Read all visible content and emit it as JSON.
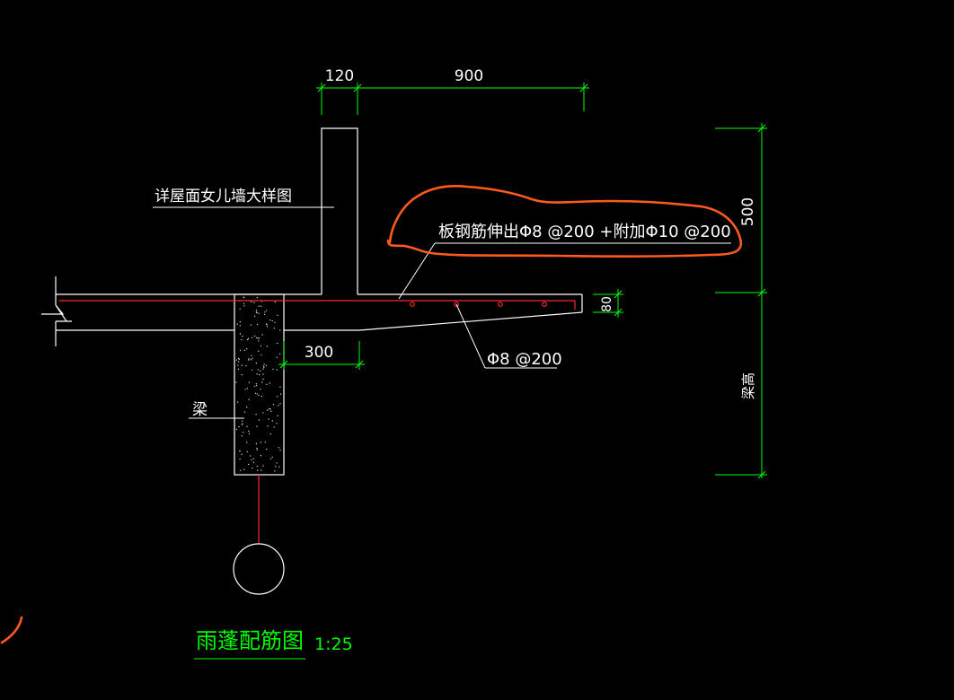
{
  "colors": {
    "background": "#000000",
    "structure": "#ffffff",
    "rebar": "#ff2a2a",
    "dimension": "#00ff00",
    "highlight": "#ff5a1e",
    "title": "#00ff00"
  },
  "dimensions": {
    "wall_thickness": "120",
    "canopy_length": "900",
    "wall_height": "500",
    "beam_height": "梁高",
    "slab_edge": "80",
    "beam_extension": "300"
  },
  "labels": {
    "parapet_detail": "详屋面女儿墙大样图",
    "slab_rebar_extension": "板钢筋伸出Φ8 @200 +附加Φ10 @200",
    "distribution_rebar": "Φ8 @200",
    "beam": "梁"
  },
  "title": {
    "text": "雨蓬配筋图",
    "scale": "1:25"
  }
}
